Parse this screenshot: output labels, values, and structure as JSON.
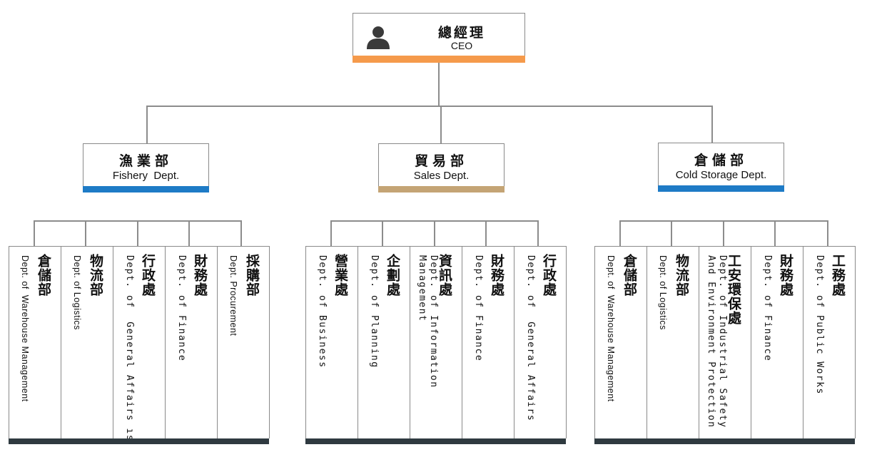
{
  "colors": {
    "ceo_bar": "#f59a4b",
    "fishery_bar": "#1e7bc6",
    "sales_bar": "#c4a475",
    "cold_storage_bar": "#1e7bc6",
    "footer_bar": "#2f3a40",
    "connector": "#8c8c8c"
  },
  "ceo": {
    "zh": "總經理",
    "en": "CEO",
    "icon": "person-icon"
  },
  "departments": [
    {
      "zh": "漁業部",
      "en": "Fishery  Dept.",
      "units": [
        {
          "zh": "倉儲部",
          "en": "Dept. of  Warehouse Management"
        },
        {
          "zh": "物流部",
          "en": "Dept. of Logistics"
        },
        {
          "zh": "行政處",
          "en": "Dept. of  General Affairs ıs"
        },
        {
          "zh": "財務處",
          "en": "Dept. of Finance"
        },
        {
          "zh": "採購部",
          "en": "Dept. Procurement"
        }
      ]
    },
    {
      "zh": "貿易部",
      "en": "Sales Dept.",
      "units": [
        {
          "zh": "營業處",
          "en": "Dept. of Business"
        },
        {
          "zh": "企劃處",
          "en": "Dept. of Planning"
        },
        {
          "zh": "資訊處",
          "en": "Dept. of Information\nManagement"
        },
        {
          "zh": "財務處",
          "en": "Dept. of Finance"
        },
        {
          "zh": "行政處",
          "en": "Dept. of  General Affairs"
        }
      ]
    },
    {
      "zh": "倉儲部",
      "en": "Cold Storage Dept.",
      "units": [
        {
          "zh": "倉儲部",
          "en": "Dept. of  Warehouse Management"
        },
        {
          "zh": "物流部",
          "en": "Dept. of Logistics"
        },
        {
          "zh": "工安環保處",
          "en": "Dept. of Industrial Safety\nAnd Environment Protection"
        },
        {
          "zh": "財務處",
          "en": "Dept. of Finance"
        },
        {
          "zh": "工務處",
          "en": "Dept. of Public Works"
        }
      ]
    }
  ]
}
